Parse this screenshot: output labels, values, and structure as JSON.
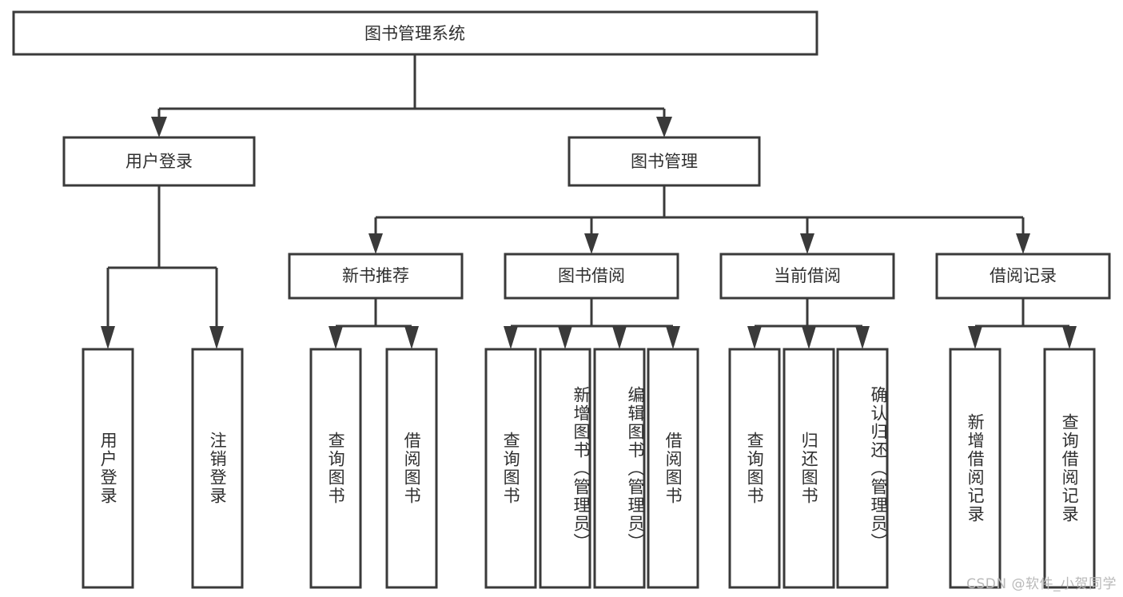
{
  "diagram": {
    "title": "图书管理系统",
    "type": "hierarchy-tree",
    "root": {
      "id": "root",
      "label": "图书管理系统",
      "orientation": "horizontal"
    },
    "level2": [
      {
        "id": "user-login",
        "label": "用户登录",
        "orientation": "horizontal"
      },
      {
        "id": "book-manage",
        "label": "图书管理",
        "orientation": "horizontal"
      }
    ],
    "level3": [
      {
        "id": "new-book-recommend",
        "label": "新书推荐",
        "orientation": "horizontal",
        "parent": "book-manage"
      },
      {
        "id": "book-borrow",
        "label": "图书借阅",
        "orientation": "horizontal",
        "parent": "book-manage"
      },
      {
        "id": "current-borrow",
        "label": "当前借阅",
        "orientation": "horizontal",
        "parent": "book-manage"
      },
      {
        "id": "borrow-record",
        "label": "借阅记录",
        "orientation": "horizontal",
        "parent": "book-manage"
      }
    ],
    "leaves": [
      {
        "id": "leaf-user-login",
        "label": "用户登录",
        "orientation": "vertical",
        "parent": "user-login"
      },
      {
        "id": "leaf-user-logout",
        "label": "注销登录",
        "orientation": "vertical",
        "parent": "user-login"
      },
      {
        "id": "leaf-query-book-1",
        "label": "查询图书",
        "orientation": "vertical",
        "parent": "new-book-recommend"
      },
      {
        "id": "leaf-borrow-book-1",
        "label": "借阅图书",
        "orientation": "vertical",
        "parent": "new-book-recommend"
      },
      {
        "id": "leaf-query-book-2",
        "label": "查询图书",
        "orientation": "vertical",
        "parent": "book-borrow"
      },
      {
        "id": "leaf-add-book",
        "label": "新增图书（管理员）",
        "orientation": "vertical",
        "parent": "book-borrow"
      },
      {
        "id": "leaf-edit-book",
        "label": "编辑图书（管理员）",
        "orientation": "vertical",
        "parent": "book-borrow"
      },
      {
        "id": "leaf-borrow-book-2",
        "label": "借阅图书",
        "orientation": "vertical",
        "parent": "book-borrow"
      },
      {
        "id": "leaf-query-book-3",
        "label": "查询图书",
        "orientation": "vertical",
        "parent": "current-borrow"
      },
      {
        "id": "leaf-return-book",
        "label": "归还图书",
        "orientation": "vertical",
        "parent": "current-borrow"
      },
      {
        "id": "leaf-confirm-return",
        "label": "确认归还（管理员）",
        "orientation": "vertical",
        "parent": "current-borrow"
      },
      {
        "id": "leaf-add-record",
        "label": "新增借阅记录",
        "orientation": "vertical",
        "parent": "borrow-record"
      },
      {
        "id": "leaf-query-record",
        "label": "查询借阅记录",
        "orientation": "vertical",
        "parent": "borrow-record"
      }
    ],
    "colors": {
      "box_stroke": "#3a3a3a",
      "box_fill": "#ffffff",
      "text": "#2f2f2f",
      "connector": "#3a3a3a",
      "background": "#ffffff",
      "watermark": "#b9b9b9"
    }
  },
  "watermark": {
    "text": "CSDN @软件_小贺同学"
  }
}
